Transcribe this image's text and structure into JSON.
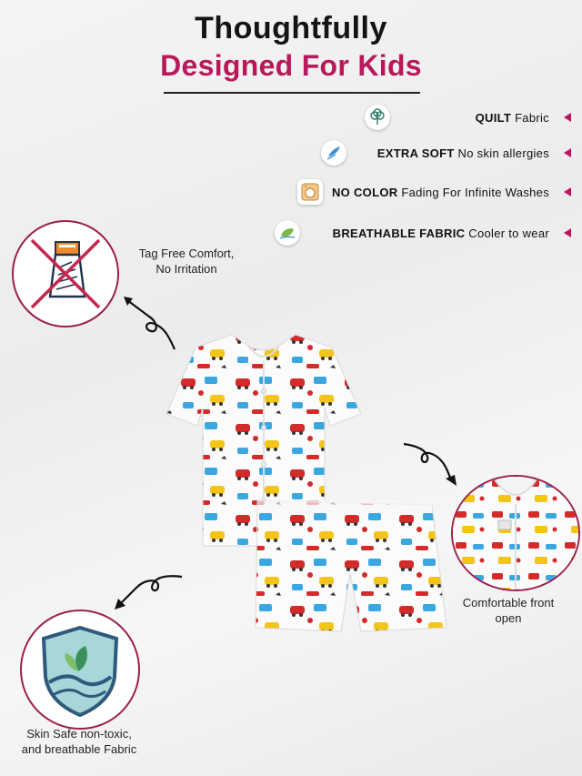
{
  "header": {
    "line1": "Thoughtfully",
    "line2": "Designed For Kids"
  },
  "features": [
    {
      "bold": "QUILT",
      "rest": " Fabric",
      "icon": "cotton-plant-icon"
    },
    {
      "bold": "EXTRA SOFT",
      "rest": " No skin allergies",
      "icon": "soft-feather-icon"
    },
    {
      "bold": "NO COLOR",
      "rest": " Fading For Infinite Washes",
      "icon": "washing-machine-icon"
    },
    {
      "bold": "BREATHABLE FABRIC",
      "rest": " Cooler to wear",
      "icon": "leaf-breeze-icon"
    }
  ],
  "callouts": {
    "tag_free": "Tag Free Comfort,\nNo Irritation",
    "front_open": "Comfortable front\nopen",
    "skin_safe": "Skin Safe non-toxic,\nand breathable Fabric"
  },
  "colors": {
    "accent": "#b8195a",
    "arrow": "#c0125d",
    "circle_border": "#9b1f4c"
  }
}
